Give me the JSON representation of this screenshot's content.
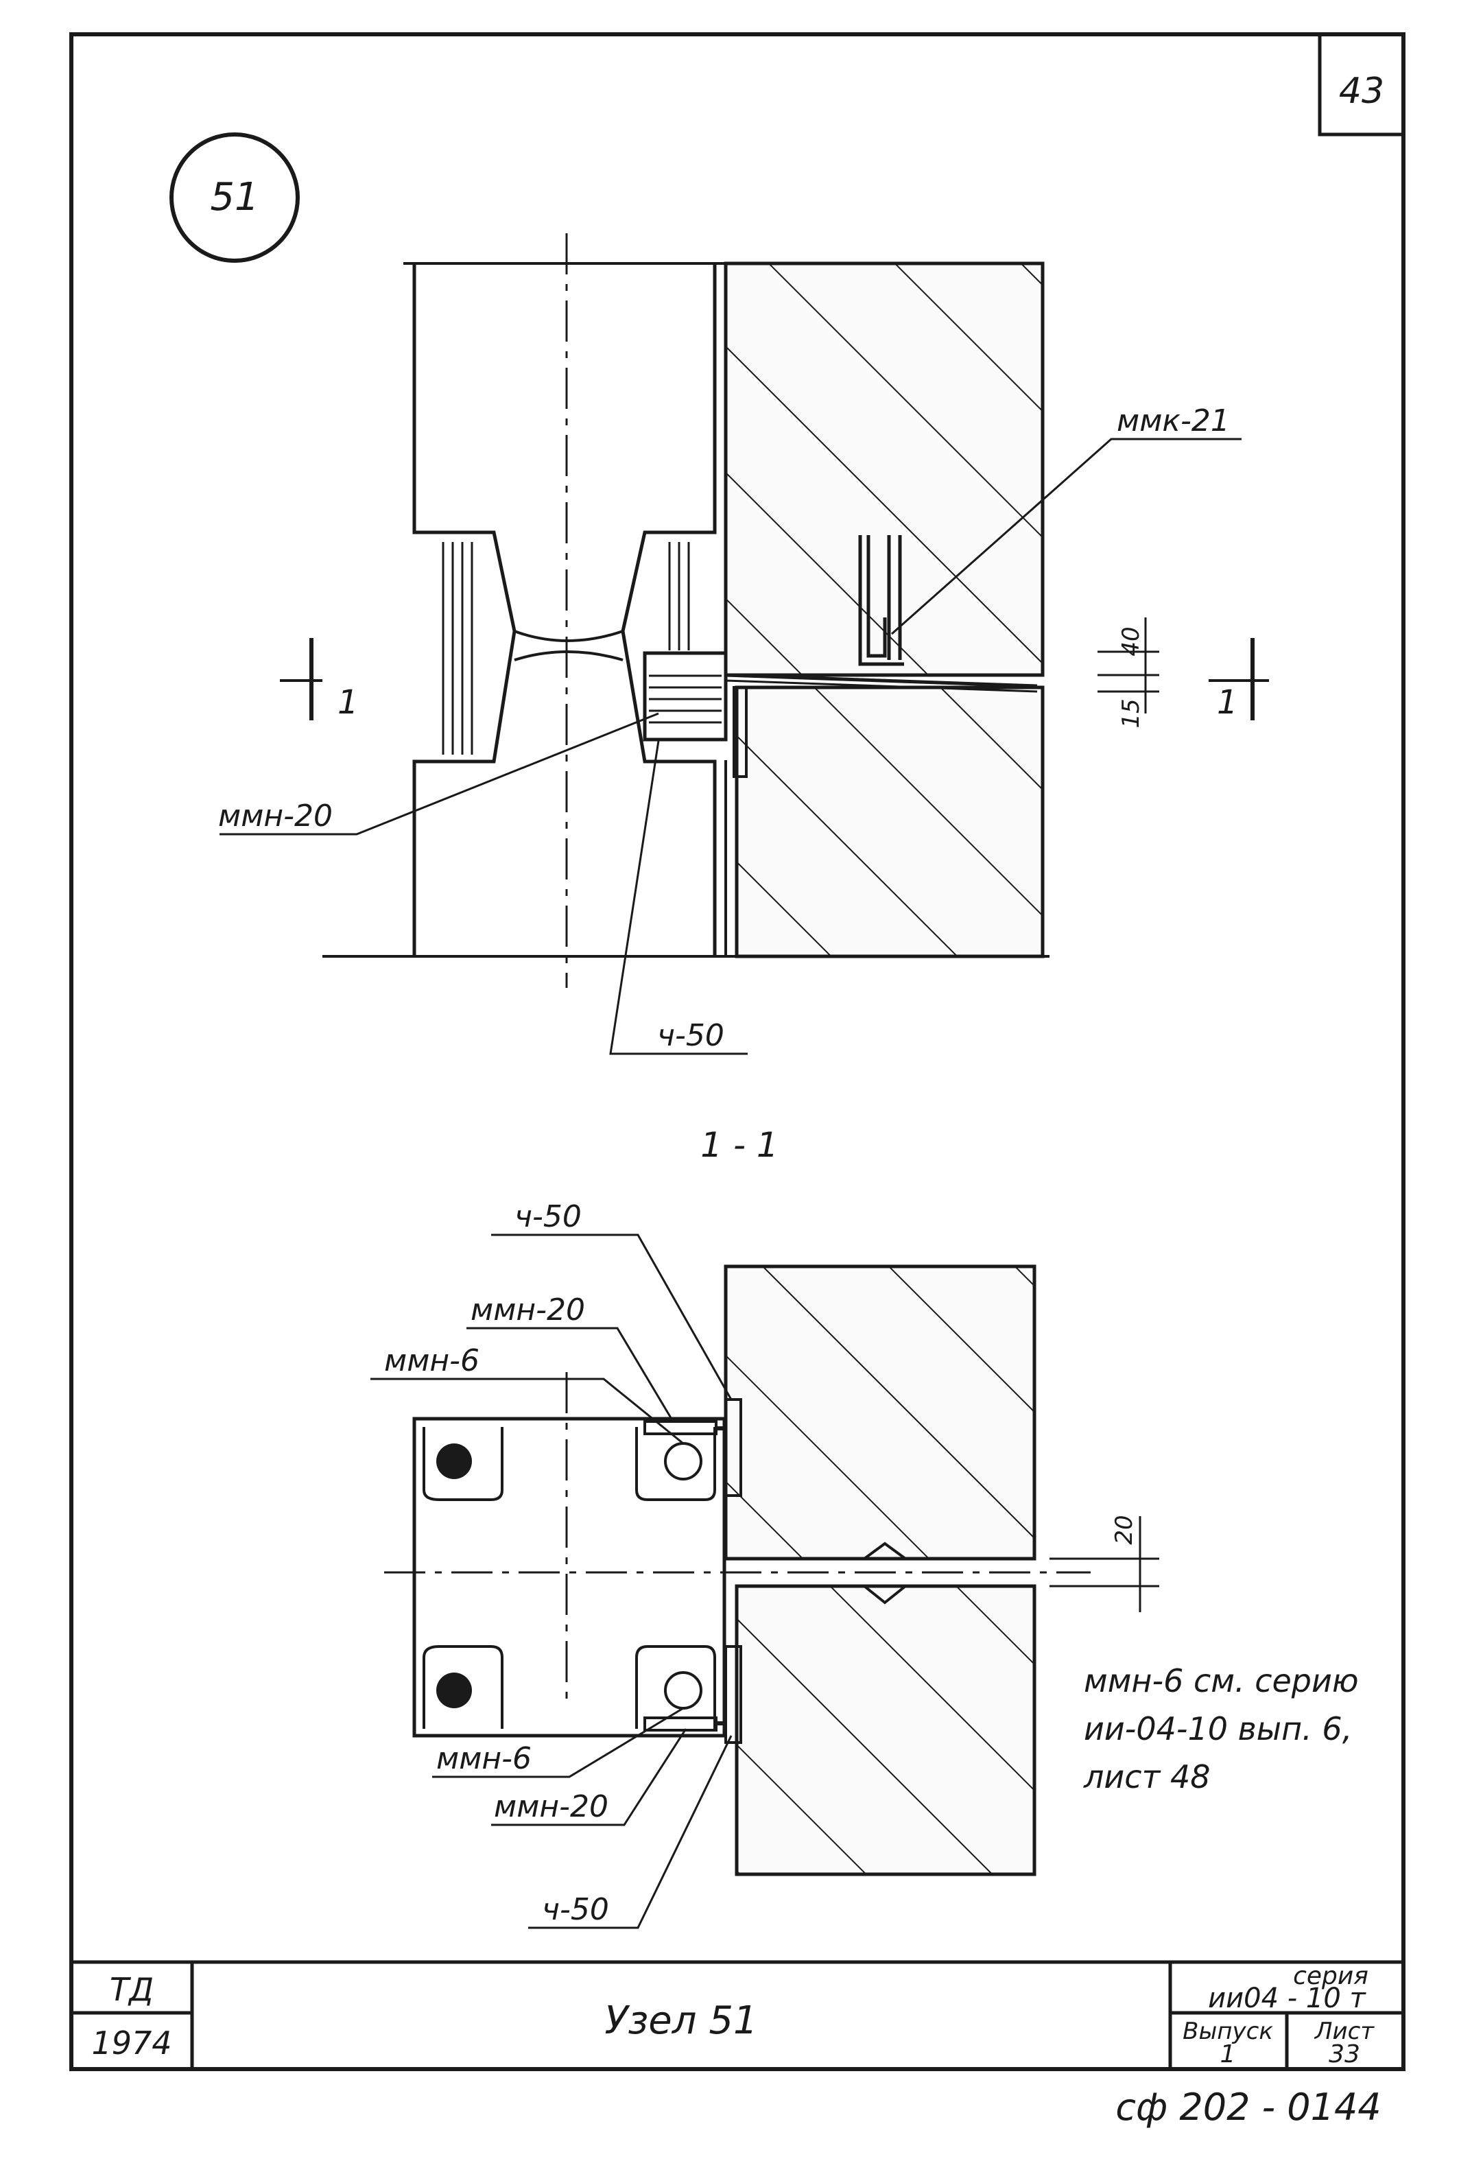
{
  "sheet": {
    "page_number": "43",
    "node_badge": "51",
    "section_label": "1 - 1",
    "section_mark": "1",
    "code": "сф 202 - 0144"
  },
  "labels": {
    "mmk21": "ммк-21",
    "mmn20_top": "ммн-20",
    "ch50_top": "ч-50",
    "ch50_sec_top": "ч-50",
    "mmn20_sec_top": "ммн-20",
    "mmn6_sec_top": "ммн-6",
    "mmn6_sec_bot": "ммн-6",
    "mmn20_sec_bot": "ммн-20",
    "ch50_sec_bot": "ч-50"
  },
  "dimensions": {
    "d40": "40",
    "d15": "15",
    "d20": "20"
  },
  "note": {
    "line1": "ммн-6 см. серию",
    "line2": "ии-04-10 вып. 6,",
    "line3": "лист 48"
  },
  "title_block": {
    "org": "ТД",
    "year": "1974",
    "title": "Узел 51",
    "series_label": "серия",
    "series_value": "ии04 - 10 т",
    "issue_label": "Выпуск",
    "issue_value": "1",
    "sheet_label": "Лист",
    "sheet_value": "33"
  }
}
